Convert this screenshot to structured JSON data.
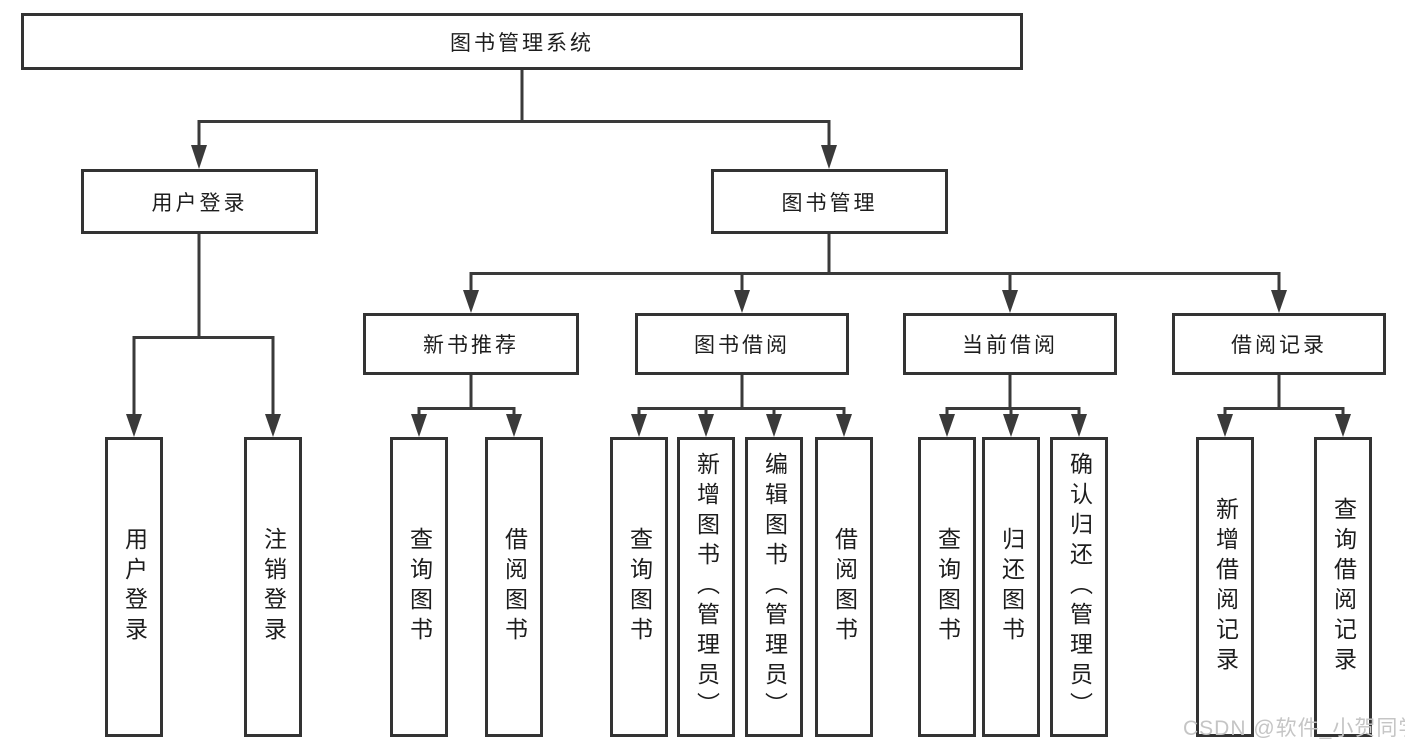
{
  "tree": {
    "root": {
      "label": "图书管理系统"
    },
    "branches": [
      {
        "label": "用户登录",
        "children": [
          {
            "label": "用户登录"
          },
          {
            "label": "注销登录"
          }
        ]
      },
      {
        "label": "图书管理",
        "children": [
          {
            "label": "新书推荐",
            "children": [
              {
                "label": "查询图书"
              },
              {
                "label": "借阅图书"
              }
            ]
          },
          {
            "label": "图书借阅",
            "children": [
              {
                "label": "查询图书"
              },
              {
                "label": "新增图书（管理员）"
              },
              {
                "label": "编辑图书（管理员）"
              },
              {
                "label": "借阅图书"
              }
            ]
          },
          {
            "label": "当前借阅",
            "children": [
              {
                "label": "查询图书"
              },
              {
                "label": "归还图书"
              },
              {
                "label": "确认归还（管理员）"
              }
            ]
          },
          {
            "label": "借阅记录",
            "children": [
              {
                "label": "新增借阅记录"
              },
              {
                "label": "查询借阅记录"
              }
            ]
          }
        ]
      }
    ]
  },
  "watermark": {
    "text": "CSDN @软件_小贺同学"
  },
  "colors": {
    "line": "#3a3a3a",
    "box_border": "#333333",
    "text": "#1d1d1d",
    "background": "#ffffff",
    "watermark": "#c5c5c5"
  }
}
